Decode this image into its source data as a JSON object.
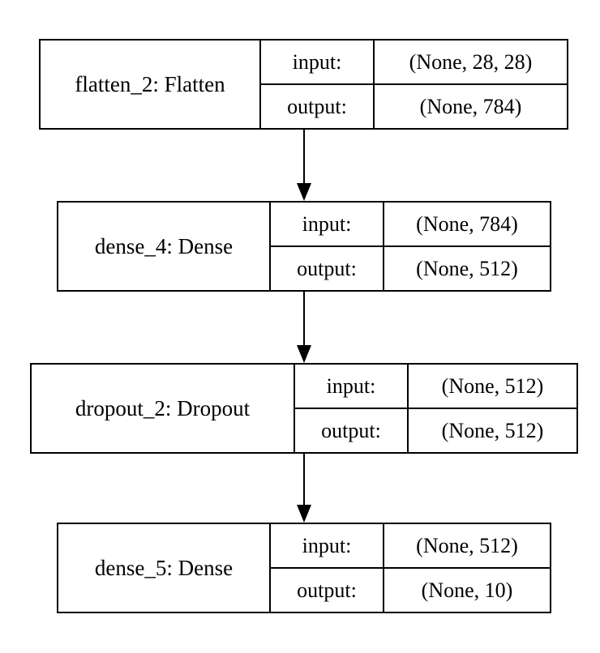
{
  "diagram": {
    "nodes": [
      {
        "id": "flatten_2",
        "name": "flatten_2: Flatten",
        "input_label": "input:",
        "output_label": "output:",
        "input_shape": "(None, 28, 28)",
        "output_shape": "(None, 784)"
      },
      {
        "id": "dense_4",
        "name": "dense_4: Dense",
        "input_label": "input:",
        "output_label": "output:",
        "input_shape": "(None, 784)",
        "output_shape": "(None, 512)"
      },
      {
        "id": "dropout_2",
        "name": "dropout_2: Dropout",
        "input_label": "input:",
        "output_label": "output:",
        "input_shape": "(None, 512)",
        "output_shape": "(None, 512)"
      },
      {
        "id": "dense_5",
        "name": "dense_5: Dense",
        "input_label": "input:",
        "output_label": "output:",
        "input_shape": "(None, 512)",
        "output_shape": "(None, 10)"
      }
    ],
    "edges": [
      {
        "from": "flatten_2",
        "to": "dense_4"
      },
      {
        "from": "dense_4",
        "to": "dropout_2"
      },
      {
        "from": "dropout_2",
        "to": "dense_5"
      }
    ]
  }
}
